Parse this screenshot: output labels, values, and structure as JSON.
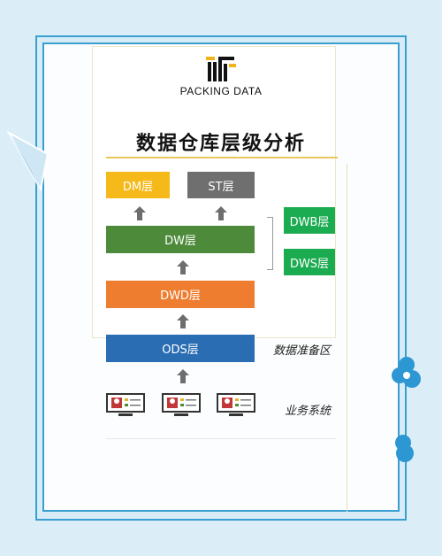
{
  "brand": {
    "name": "PACKING DATA"
  },
  "title": "数据仓库层级分析",
  "layers": {
    "dm": "DM层",
    "st": "ST层",
    "dw": "DW层",
    "dwd": "DWD层",
    "ods": "ODS层",
    "dwb": "DWB层",
    "dws": "DWS层"
  },
  "labels": {
    "prep_zone": "数据准备区",
    "business_systems": "业务系统"
  },
  "colors": {
    "dm": "#f6b91a",
    "st": "#6f6f6f",
    "dw": "#4d8a3a",
    "dwd": "#ee7d30",
    "ods": "#2b6db2",
    "dwb_dws": "#1bab50",
    "frame": "#3a9fd0",
    "arrow": "#6e6e6e"
  },
  "icons": [
    "paper-plane-icon",
    "cloud-icon",
    "up-arrow-icon",
    "monitor-icon"
  ]
}
